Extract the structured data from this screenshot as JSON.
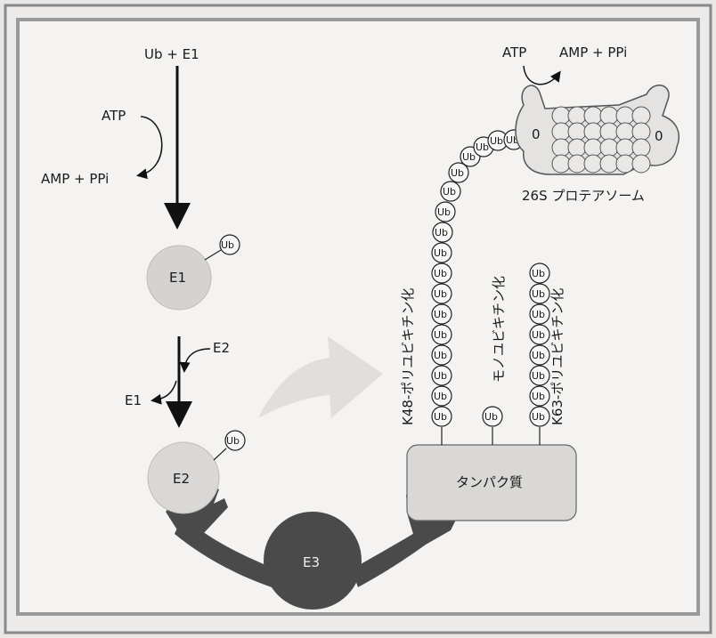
{
  "e1_activation": {
    "input": "Ub + E1",
    "atp": "ATP",
    "products": "AMP + PPi"
  },
  "enzymes": {
    "e1": "E1",
    "e2": "E2",
    "e3": "E3"
  },
  "e2_transfer": {
    "e2_in": "E2",
    "e1_out": "E1"
  },
  "ubiquitin_label": "Ub",
  "substrate": "タンパク質",
  "modifications": {
    "k48": "K48-ポリユビキチン化",
    "mono": "モノユビキチン化",
    "k63": "K63-ポリユビキチン化"
  },
  "proteasome": {
    "name": "26S プロテアソーム",
    "atp": "ATP",
    "products": "AMP + PPi",
    "cap_left": "0",
    "cap_right": "0"
  },
  "colors": {
    "frame_border": "#8a8a8a",
    "panel_bg": "#f4f3f1",
    "enzyme_fill": "#d4d3d1",
    "e3_fill": "#4a4a4a",
    "ub_fill": "#f7f7f5",
    "substrate_fill": "#d9d8d6",
    "proteasome_fill": "#e4e3e1",
    "wide_arrow": "#e0dfdc"
  }
}
